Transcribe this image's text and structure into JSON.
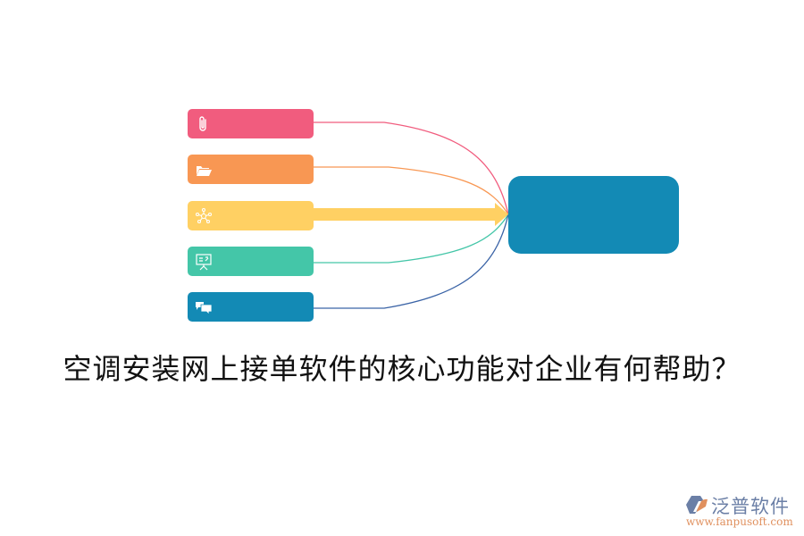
{
  "colors": {
    "pink": "#f15c7e",
    "orange": "#f89753",
    "yellow": "#ffd063",
    "teal": "#44c6a8",
    "blue": "#138ab5",
    "link_blue": "#3a63a6",
    "title_text": "#111111",
    "logo_text": "#6b7fa6",
    "logo_url": "#e0905e"
  },
  "diagram": {
    "nodes": [
      {
        "id": "node-1",
        "icon": "paperclip-icon",
        "color": "#f15c7e",
        "label": ""
      },
      {
        "id": "node-2",
        "icon": "folder-open-icon",
        "color": "#f89753",
        "label": ""
      },
      {
        "id": "node-3",
        "icon": "network-icon",
        "color": "#ffd063",
        "label": ""
      },
      {
        "id": "node-4",
        "icon": "presentation-board-icon",
        "color": "#44c6a8",
        "label": ""
      },
      {
        "id": "node-5",
        "icon": "chat-bubbles-icon",
        "color": "#138ab5",
        "label": ""
      }
    ],
    "hub": {
      "color": "#138ab5",
      "label": ""
    }
  },
  "title": "空调安装网上接单软件的核心功能对企业有何帮助？",
  "logo": {
    "brand": "泛普软件",
    "url": "www.fanpusoft.com"
  }
}
